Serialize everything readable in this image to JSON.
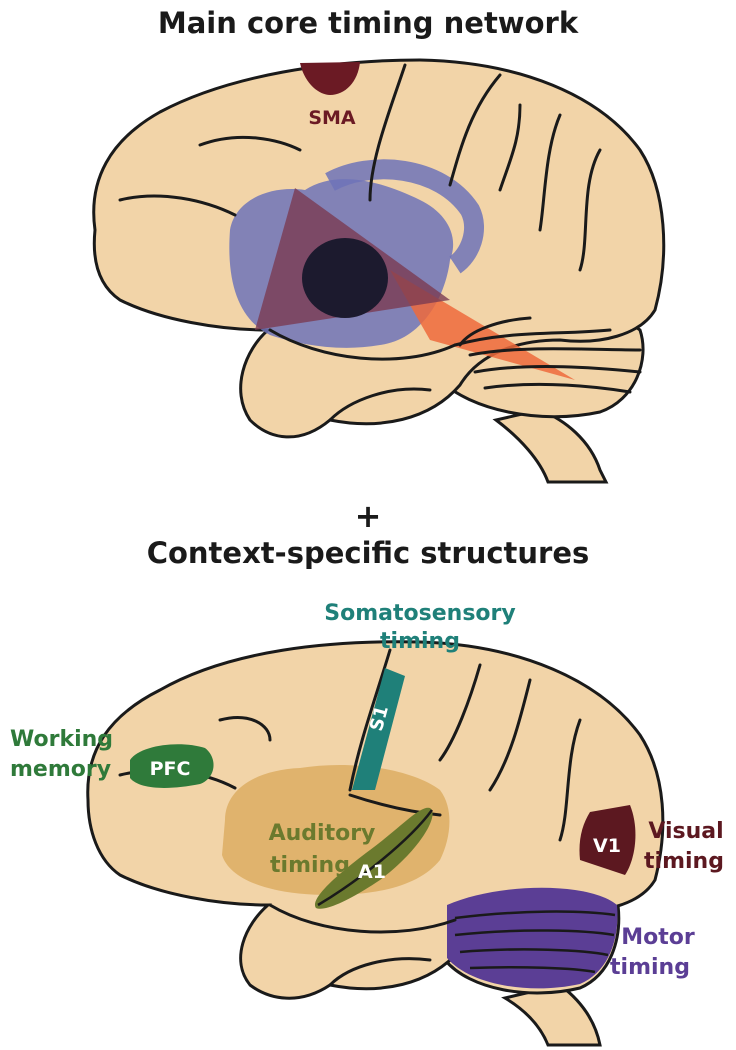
{
  "title": "Main core timing network",
  "plus": "+",
  "subtitle": "Context-specific structures",
  "top_brain": {
    "sma_label": "SMA"
  },
  "bottom_brain": {
    "somatosensory_line1": "Somatosensory",
    "somatosensory_line2": "timing",
    "s1_label": "S1",
    "working_line1": "Working",
    "working_line2": "memory",
    "pfc_label": "PFC",
    "auditory_line1": "Auditory",
    "auditory_line2": "timing",
    "a1_label": "A1",
    "v1_label": "V1",
    "visual_line1": "Visual",
    "visual_line2": "timing",
    "motor_line1": "Motor",
    "motor_line2": "timing"
  },
  "colors": {
    "brain": "#f2d4a8",
    "outline": "#1a1a1a",
    "sma": "#6b1a24",
    "blue_region": "#6e73b8",
    "triangle": "#7a3b52",
    "orange": "#ee6a3c",
    "core": "#1c1a2e",
    "teal": "#1f8079",
    "green": "#2f7a3a",
    "auditory_field": "#d9a85a",
    "olive": "#6b7a2e",
    "v1": "#5c1820",
    "motor": "#5b3e95"
  }
}
